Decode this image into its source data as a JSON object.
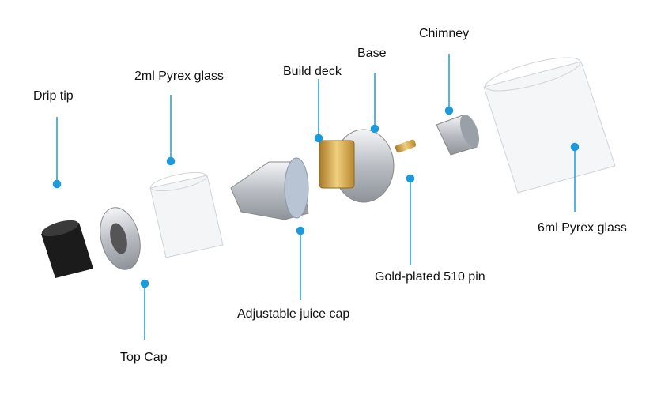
{
  "colors": {
    "accent": "#1a9be0",
    "metal": "#c9ccd1",
    "gold": "#d6a64a",
    "black": "#151515"
  },
  "labels": {
    "drip_tip": "Drip tip",
    "pyrex_2ml": "2ml Pyrex glass",
    "build_deck": "Build deck",
    "base": "Base",
    "chimney": "Chimney",
    "pyrex_6ml": "6ml Pyrex glass",
    "pin_510": "Gold-plated 510 pin",
    "juice_cap": "Adjustable juice cap",
    "top_cap": "Top Cap"
  }
}
